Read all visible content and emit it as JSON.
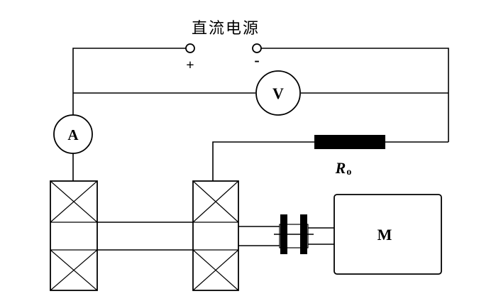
{
  "power_supply": {
    "label": "直流电源",
    "positive": "+",
    "negative": "-"
  },
  "voltmeter": {
    "label": "V"
  },
  "ammeter": {
    "label": "A"
  },
  "resistor": {
    "symbol": "R",
    "subscript": "o"
  },
  "motor": {
    "label": "M"
  }
}
